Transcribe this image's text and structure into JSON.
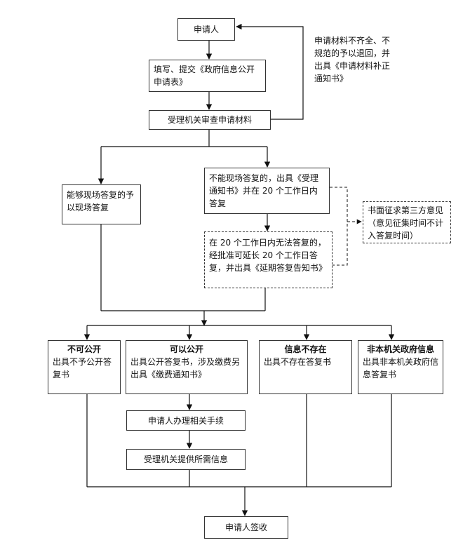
{
  "nodes": {
    "applicant": "申请人",
    "fill_submit": "填写、提交《政府信息公开申请表》",
    "review": "受理机关审查申请材料",
    "on_site": "能够现场答复的予以现场答复",
    "not_on_site": "不能现场答复的，出具《受理通知书》并在 20 个工作日内答复",
    "third_party": "书面征求第三方意见（意见征集时间不计入答复时间）",
    "extension": "在 20 个工作日内无法答复的，经批准可延长 20 个工作日答复，并出具《延期答复告知书》",
    "not_public_title": "不可公开",
    "not_public_text": "出具不予公开答复书",
    "public_title": "可以公开",
    "public_text": "出具公开答复书，涉及缴费另出具《缴费通知书》",
    "not_exist_title": "信息不存在",
    "not_exist_text": "出具不存在答复书",
    "not_gov_title": "非本机关政府信息",
    "not_gov_text": "出具非本机关政府信息答复书",
    "handle_procedures": "申请人办理相关手续",
    "provide_info": "受理机关提供所需信息",
    "sign_receipt": "申请人签收"
  },
  "notes": {
    "incomplete": "申请材料不齐全、不规范的予以退回，并出具《申请材料补正通知书》"
  }
}
